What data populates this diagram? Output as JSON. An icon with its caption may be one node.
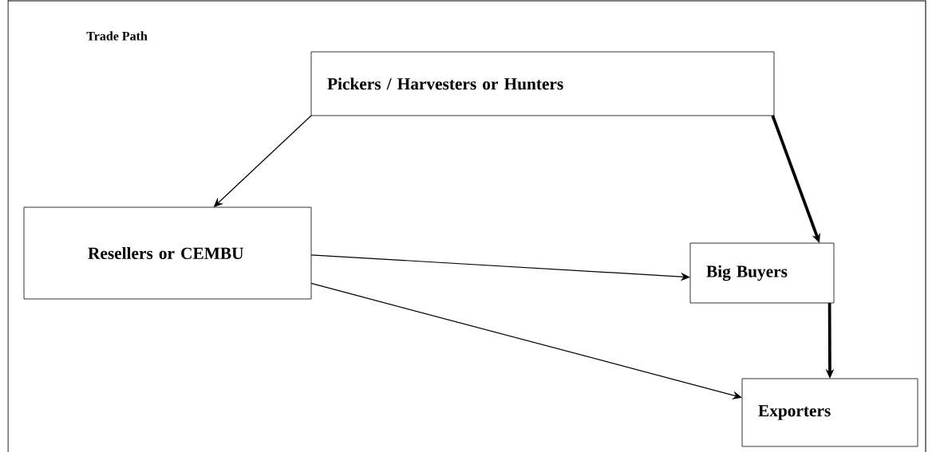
{
  "diagram": {
    "title": "Trade Path",
    "nodes": [
      {
        "text": [
          "Pickers / Harvesters or Hunters"
        ]
      },
      {
        "text": [
          "Resellers or CEMBU"
        ]
      },
      {
        "text": [
          "Big Buyers"
        ]
      },
      {
        "text": [
          "Exporters"
        ]
      }
    ],
    "edges": [
      {
        "from": 0,
        "to": 1,
        "arrow": "to"
      },
      {
        "from": 0,
        "to": 2,
        "arrow": "to",
        "style": "thick"
      },
      {
        "from": 1,
        "to": 2,
        "arrow": "to"
      },
      {
        "from": 1,
        "to": 3,
        "arrow": "to"
      },
      {
        "from": 2,
        "to": 3,
        "arrow": "to",
        "style": "thick"
      }
    ]
  }
}
